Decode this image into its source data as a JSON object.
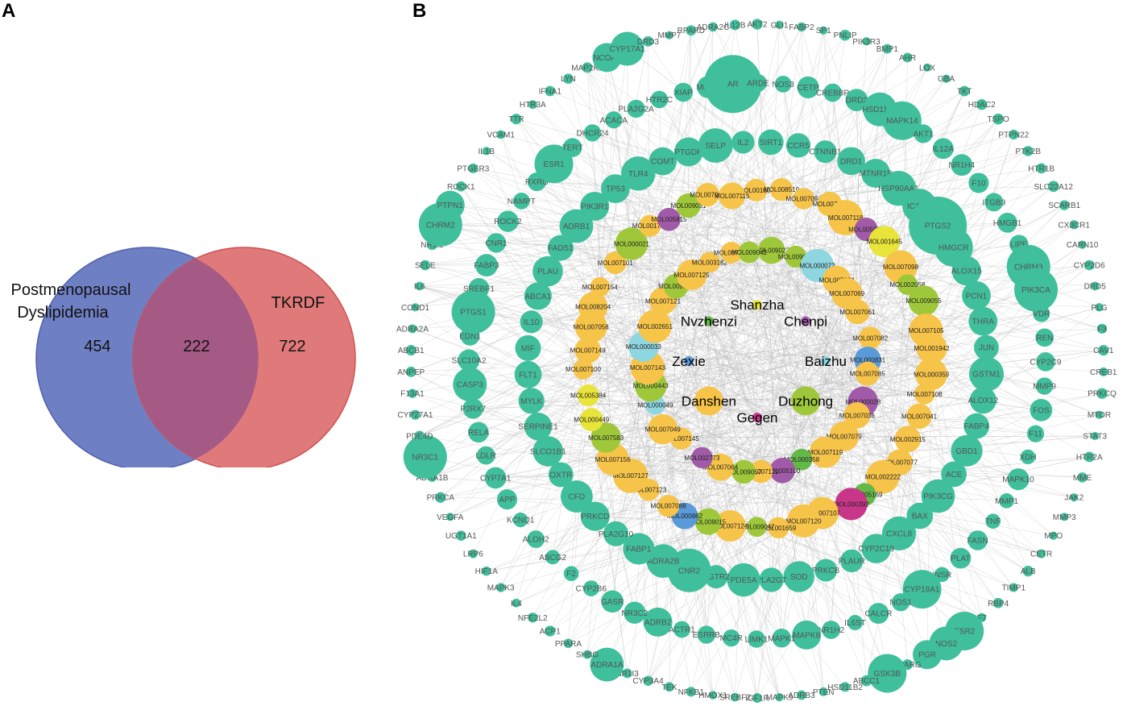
{
  "panels": {
    "a": "A",
    "b": "B"
  },
  "venn": {
    "left_label_line1": "Postmenopausal",
    "left_label_line2": "Dyslipidemia",
    "right_label": "TKRDF",
    "left_only": "454",
    "intersection": "222",
    "right_only": "722",
    "colors": {
      "left": "#6f7fc4",
      "right": "#e07a7a",
      "overlap": "#a55a86"
    }
  },
  "network": {
    "colors": {
      "target": "#3fbf9c",
      "compound": "#f7c44a",
      "duzhong": "#9ec83a",
      "danshen": "#f7c44a",
      "chenpi": "#a15aa8",
      "gegen": "#c8368a",
      "zexie": "#5a9ad8",
      "baizhu": "#8ed6e0",
      "shanzha": "#e8e43a",
      "nvzhenzi": "#64b848",
      "edge": "#b8b8b8"
    },
    "herbs": [
      {
        "name": "Shanzha",
        "color": "#e8e43a"
      },
      {
        "name": "Chenpi",
        "color": "#a15aa8"
      },
      {
        "name": "Baizhu",
        "color": "#8ed6e0"
      },
      {
        "name": "Duzhong",
        "color": "#9ec83a"
      },
      {
        "name": "Gegen",
        "color": "#c8368a"
      },
      {
        "name": "Danshen",
        "color": "#f7c44a"
      },
      {
        "name": "Zexie",
        "color": "#5a9ad8"
      },
      {
        "name": "Nvzhenzi",
        "color": "#64b848"
      }
    ],
    "compounds": [
      {
        "id": "MOL001601",
        "c": "#f7c44a"
      },
      {
        "id": "MOL008519",
        "c": "#f7c44a"
      },
      {
        "id": "MOL007094",
        "c": "#f7c44a"
      },
      {
        "id": "MOL007111",
        "c": "#f7c44a"
      },
      {
        "id": "MOL007118",
        "c": "#f7c44a"
      },
      {
        "id": "MOL005828",
        "c": "#a15aa8"
      },
      {
        "id": "MOL001645",
        "c": "#e8e43a"
      },
      {
        "id": "MOL007098",
        "c": "#f7c44a"
      },
      {
        "id": "MOL002058",
        "c": "#9ec83a"
      },
      {
        "id": "MOL009055",
        "c": "#9ec83a"
      },
      {
        "id": "MOL007105",
        "c": "#f7c44a"
      },
      {
        "id": "MOL001942",
        "c": "#f7c44a"
      },
      {
        "id": "MOL000359",
        "c": "#f7c44a"
      },
      {
        "id": "MOL007108",
        "c": "#f7c44a"
      },
      {
        "id": "MOL007041",
        "c": "#f7c44a"
      },
      {
        "id": "MOL002915",
        "c": "#f7c44a"
      },
      {
        "id": "MOL007077",
        "c": "#f7c44a"
      },
      {
        "id": "MOL002222",
        "c": "#f7c44a"
      },
      {
        "id": "MOL005169",
        "c": "#64b848"
      },
      {
        "id": "MOL000392",
        "c": "#c8368a"
      },
      {
        "id": "MOL007107",
        "c": "#f7c44a"
      },
      {
        "id": "MOL007120",
        "c": "#f7c44a"
      },
      {
        "id": "MOL001659",
        "c": "#f7c44a"
      },
      {
        "id": "MOL009047",
        "c": "#9ec83a"
      },
      {
        "id": "MOL007124",
        "c": "#f7c44a"
      },
      {
        "id": "MOL009015",
        "c": "#9ec83a"
      },
      {
        "id": "MOL000862",
        "c": "#5a9ad8"
      },
      {
        "id": "MOL007088",
        "c": "#f7c44a"
      },
      {
        "id": "MOL007123",
        "c": "#f7c44a"
      },
      {
        "id": "MOL007127",
        "c": "#f7c44a"
      },
      {
        "id": "MOL007156",
        "c": "#f7c44a"
      },
      {
        "id": "MOL007583",
        "c": "#9ec83a"
      },
      {
        "id": "MOL000449",
        "c": "#e8e43a"
      },
      {
        "id": "MOL005384",
        "c": "#e8e43a"
      },
      {
        "id": "MOL007100",
        "c": "#f7c44a"
      },
      {
        "id": "MOL007149",
        "c": "#f7c44a"
      },
      {
        "id": "MOL007058",
        "c": "#f7c44a"
      },
      {
        "id": "MOL008204",
        "c": "#f7c44a"
      },
      {
        "id": "MOL007154",
        "c": "#f7c44a"
      },
      {
        "id": "MOL007101",
        "c": "#f7c44a"
      },
      {
        "id": "MOL000021",
        "c": "#9ec83a"
      },
      {
        "id": "MOL001771",
        "c": "#f7c44a"
      },
      {
        "id": "MOL005815",
        "c": "#a15aa8"
      },
      {
        "id": "MOL009031",
        "c": "#9ec83a"
      },
      {
        "id": "MOL007081",
        "c": "#f7c44a"
      },
      {
        "id": "MOL007115",
        "c": "#f7c44a"
      },
      {
        "id": "MOL009027",
        "c": "#9ec83a"
      },
      {
        "id": "MOL009009",
        "c": "#9ec83a"
      },
      {
        "id": "MOL000072",
        "c": "#8ed6e0"
      },
      {
        "id": "MOL007093",
        "c": "#f7c44a"
      },
      {
        "id": "MOL007069",
        "c": "#f7c44a"
      },
      {
        "id": "MOL007061",
        "c": "#f7c44a"
      },
      {
        "id": "MOL007082",
        "c": "#f7c44a"
      },
      {
        "id": "MOL000831",
        "c": "#5a9ad8"
      },
      {
        "id": "MOL007085",
        "c": "#f7c44a"
      },
      {
        "id": "MOL000028",
        "c": "#a15aa8"
      },
      {
        "id": "MOL007036",
        "c": "#f7c44a"
      },
      {
        "id": "MOL007079",
        "c": "#f7c44a"
      },
      {
        "id": "MOL007119",
        "c": "#f7c44a"
      },
      {
        "id": "MOL000358",
        "c": "#64b848"
      },
      {
        "id": "MOL005100",
        "c": "#a15aa8"
      },
      {
        "id": "MOL007122",
        "c": "#f7c44a"
      },
      {
        "id": "MOL009057",
        "c": "#9ec83a"
      },
      {
        "id": "MOL007064",
        "c": "#f7c44a"
      },
      {
        "id": "MOL002773",
        "c": "#a15aa8"
      },
      {
        "id": "MOL007145",
        "c": "#f7c44a"
      },
      {
        "id": "MOL007049",
        "c": "#f7c44a"
      },
      {
        "id": "MOL000049",
        "c": "#8ed6e0"
      },
      {
        "id": "MOL000443",
        "c": "#9ec83a"
      },
      {
        "id": "MOL007143",
        "c": "#f7c44a"
      },
      {
        "id": "MOL000033",
        "c": "#8ed6e0"
      },
      {
        "id": "MOL002651",
        "c": "#f7c44a"
      },
      {
        "id": "MOL007121",
        "c": "#f7c44a"
      },
      {
        "id": "MOL009030",
        "c": "#9ec83a"
      },
      {
        "id": "MOL007125",
        "c": "#f7c44a"
      },
      {
        "id": "MOL003182",
        "c": "#f7c44a"
      },
      {
        "id": "MOL007045",
        "c": "#f7c44a"
      },
      {
        "id": "MOL009042",
        "c": "#9ec83a"
      }
    ],
    "targets": [
      "AKT2",
      "GLI1",
      "FABP2",
      "SP1",
      "PNLIP",
      "PIK3R3",
      "BMP1",
      "AHR",
      "LOX",
      "GBA",
      "TKT",
      "HDAC2",
      "TSPO",
      "PTPN22",
      "PTK2B",
      "HTR1B",
      "SLC22A12",
      "SCARB1",
      "CX3CR1",
      "CARN10",
      "CYP2D6",
      "DRD5",
      "PLG",
      "F3",
      "CAV1",
      "CREB1",
      "PRKCQ",
      "MTOR",
      "STAT3",
      "HTR2A",
      "MME",
      "JAK2",
      "MMP3",
      "MPO",
      "CETR",
      "ALB",
      "TIMP1",
      "RBP4",
      "F7",
      "ESR2",
      "NOS2",
      "PGR",
      "PPARG",
      "GSK3B",
      "ABCC1",
      "HSD11B2",
      "PTEN",
      "ADRB3",
      "MAPK9",
      "IGF1R",
      "SREBF2",
      "HMOX1",
      "NFKB1",
      "TEK",
      "CYP3A4",
      "NR1I3",
      "ADRA1A",
      "SHBG",
      "PPARA",
      "ACP1",
      "NFE2L2",
      "IL4",
      "MAPK3",
      "HIF1A",
      "LRP6",
      "UGT1A1",
      "VEGFA",
      "PRKCA",
      "ADRA1B",
      "NR3C1",
      "PDE4D",
      "CYP27A1",
      "F13A1",
      "ANPEP",
      "ABCB1",
      "ADRA2A",
      "COND1",
      "IL6",
      "SELE",
      "NR1I2",
      "CHRM2",
      "PTPN1",
      "ROCK1",
      "PTGER3",
      "IL1B",
      "VCAM1",
      "TTR",
      "HTR3A",
      "IFNA1",
      "LYN",
      "MAP2K1",
      "NCOA2",
      "CYP17A1",
      "DRD3",
      "MMP7",
      "RPARD",
      "ADRA2C",
      "IL12B",
      "NOS3",
      "CETP",
      "CREBBP",
      "DRD2",
      "HSD11B1",
      "MAPK14",
      "AKT1",
      "IL12A",
      "NR1H4",
      "F10",
      "ITGB3",
      "HMGB1",
      "LIPE",
      "CHRM3",
      "PIK3CA",
      "VDR",
      "REN",
      "CYP2C9",
      "MMP9",
      "FOS",
      "F11",
      "XDH",
      "MAPK10",
      "MMP1",
      "TNF",
      "FASN",
      "PLAT",
      "INSR",
      "CYP19A1",
      "NOS1",
      "CALCR",
      "IL6ST",
      "NR1H2",
      "MAPK8",
      "MAPK1",
      "LIMK1",
      "MC4R",
      "ESRRB",
      "ACTR1",
      "ADRB2",
      "NR3C2",
      "GASR",
      "CYP2B6",
      "F2",
      "ABCG2",
      "ALOH2",
      "KCNQ1",
      "APP",
      "CYP7A1",
      "LDLR",
      "RELA",
      "P2RX7",
      "CASP3",
      "SLC10A2",
      "EDN1",
      "PTGS1",
      "SREBF1",
      "FABP3",
      "CNR1",
      "ROCK2",
      "NAMPT",
      "RXRG",
      "ESR1",
      "TERT",
      "DHCR24",
      "ACACA",
      "PLA2G2A",
      "HTR2C",
      "XIAP",
      "MMP2",
      "AR",
      "ARDE",
      "CCR5",
      "CTNNB1",
      "DRD1",
      "MTNR1B",
      "HSP90AA1",
      "ICAM1",
      "PTGS2",
      "HMGCR",
      "ALOX15",
      "PCN1",
      "THRA",
      "JUN",
      "GSTM1",
      "ALOX12",
      "FABP4",
      "GBD1",
      "ACE",
      "PIK3CG",
      "BAX",
      "CXCL8",
      "CYP2C19",
      "PLAUR",
      "PRKCB",
      "SOD",
      "PLA2G7",
      "PDE5A",
      "AGTR2",
      "CNR2",
      "ADRA2B",
      "FABP1",
      "PLA2G10",
      "PRKCD",
      "CFD",
      "OXTR",
      "SLCO1B1",
      "SERPINE1",
      "MYLK",
      "FLT1",
      "MIF",
      "IL10",
      "ABCA1",
      "PLAU",
      "FADS1",
      "ADRB1",
      "PIK3R1",
      "TP53",
      "TLR4",
      "COMT",
      "PTGDR",
      "SELP",
      "IL2",
      "SIRT1"
    ]
  }
}
